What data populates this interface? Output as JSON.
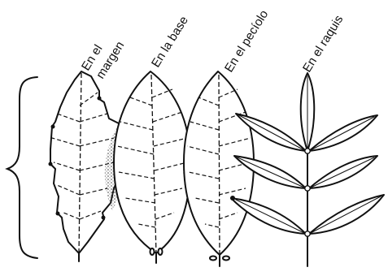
{
  "labels": {
    "margin_line1": "En el",
    "margin_line2": "margen",
    "base": "En la base",
    "petiole": "En el pecíolo",
    "rachis": "En el raquis"
  },
  "colors": {
    "ink": "#111111",
    "paper": "#ffffff",
    "stipple": "#555555"
  }
}
